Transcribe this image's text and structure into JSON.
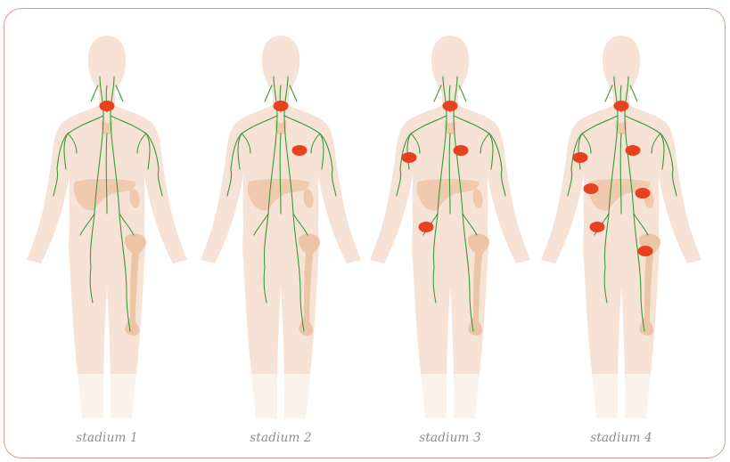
{
  "colors": {
    "frame": "#e39a8e",
    "body_skin": "#f7e3d6",
    "organ": "#efc8ad",
    "bone": "#ecc5a6",
    "lymph_vessel": "#3a9a3a",
    "affected_node": "#e8411f",
    "caption": "#8d8d8d"
  },
  "stages": [
    {
      "label": "stadium 1",
      "affected_nodes": [
        "neck"
      ]
    },
    {
      "label": "stadium 2",
      "affected_nodes": [
        "neck",
        "left-armpit"
      ]
    },
    {
      "label": "stadium 3",
      "affected_nodes": [
        "neck",
        "right-armpit",
        "left-armpit",
        "groin-right"
      ]
    },
    {
      "label": "stadium 4",
      "affected_nodes": [
        "neck",
        "right-armpit",
        "left-armpit",
        "liver",
        "spleen",
        "groin-right",
        "femur"
      ]
    }
  ]
}
